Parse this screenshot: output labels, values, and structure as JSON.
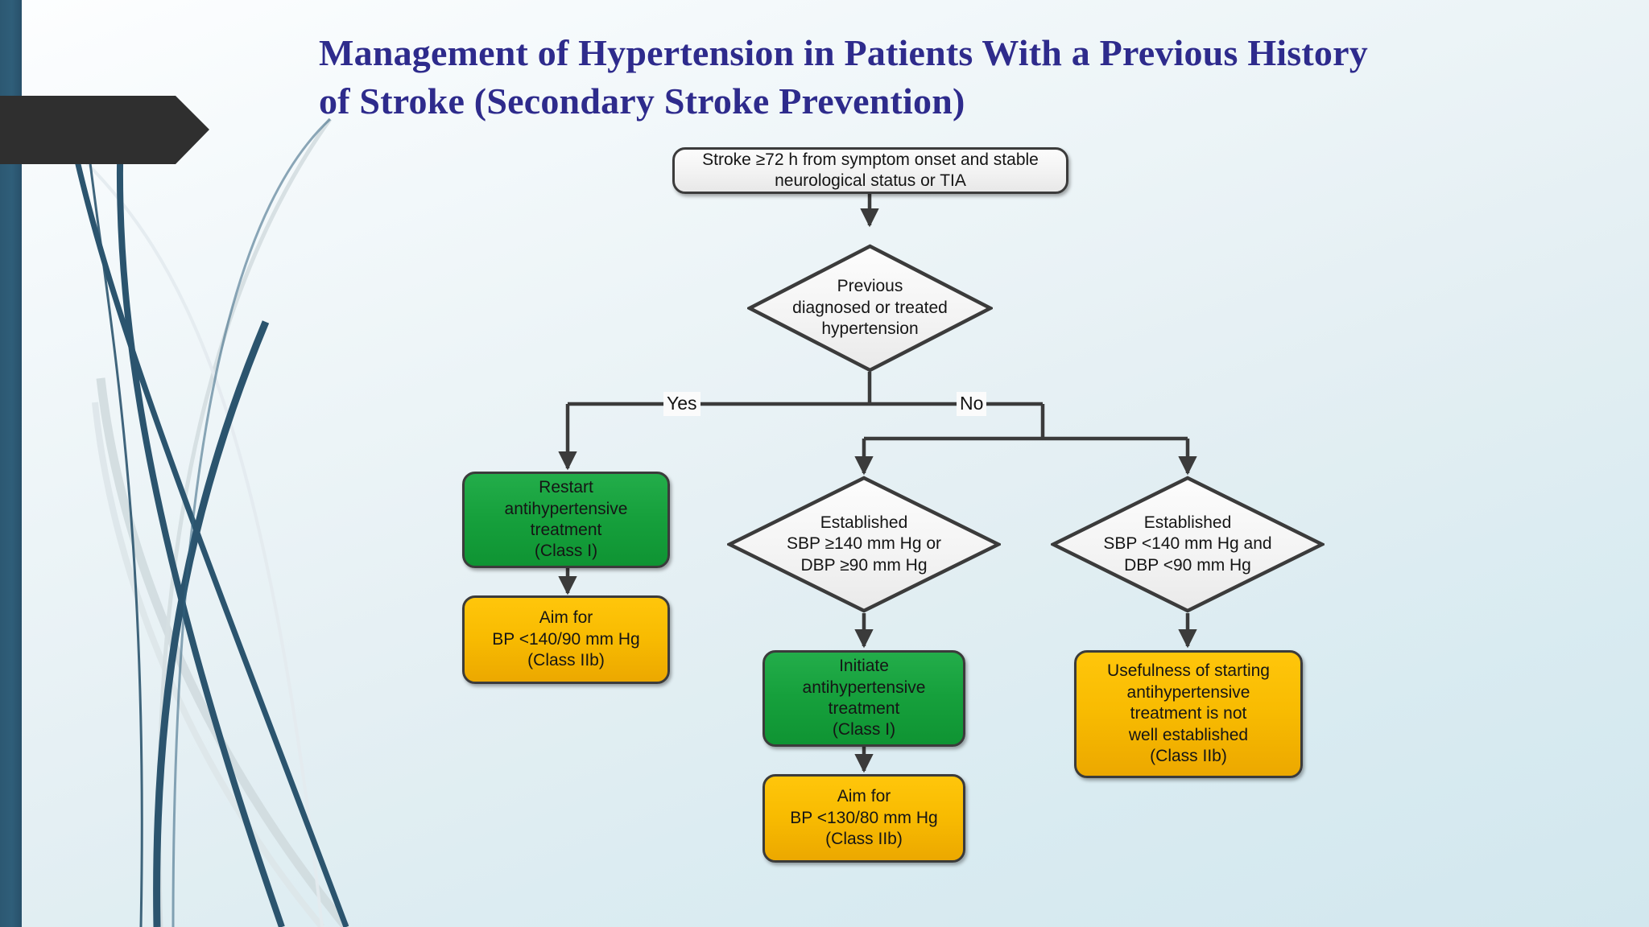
{
  "slide": {
    "title_line1": "Management of Hypertension in Patients With a Previous History",
    "title_line2": "of Stroke (Secondary Stroke Prevention)",
    "title_color": "#2e2b8c",
    "background_top": "#fdfeff",
    "background_bottom": "#d2e7ee",
    "accent_bar_color": "#2c5872",
    "chevron_color": "#2f2f2f"
  },
  "flowchart": {
    "type": "decision-flowchart",
    "colors": {
      "green_fill": "#16a03c",
      "yellow_fill": "#f8bb01",
      "neutral_fill": "#f2f2f2",
      "outline": "#3b3b3b",
      "connector": "#3b3b3b"
    },
    "nodes": {
      "start": {
        "id": "start",
        "shape": "rounded-rectangle",
        "fill": "neutral",
        "lines": [
          "Stroke ≥72 h from symptom onset and stable",
          "neurological status or TIA"
        ]
      },
      "decision_prev_htn": {
        "id": "decision_prev_htn",
        "shape": "diamond",
        "fill": "neutral",
        "lines": [
          "Previous",
          "diagnosed or treated",
          "hypertension"
        ]
      },
      "restart_treatment": {
        "id": "restart_treatment",
        "shape": "rounded-rectangle",
        "fill": "green",
        "lines": [
          "Restart",
          "antihypertensive",
          "treatment",
          "(Class I)"
        ]
      },
      "aim_140_90": {
        "id": "aim_140_90",
        "shape": "rounded-rectangle",
        "fill": "yellow",
        "lines": [
          "Aim for",
          "BP <140/90 mm Hg",
          "(Class IIb)"
        ]
      },
      "decision_sbp_high": {
        "id": "decision_sbp_high",
        "shape": "diamond",
        "fill": "neutral",
        "lines": [
          "Established",
          "SBP ≥140 mm Hg or",
          "DBP ≥90 mm Hg"
        ]
      },
      "decision_sbp_low": {
        "id": "decision_sbp_low",
        "shape": "diamond",
        "fill": "neutral",
        "lines": [
          "Established",
          "SBP <140 mm Hg and",
          "DBP <90 mm Hg"
        ]
      },
      "initiate_treatment": {
        "id": "initiate_treatment",
        "shape": "rounded-rectangle",
        "fill": "green",
        "lines": [
          "Initiate",
          "antihypertensive",
          "treatment",
          "(Class I)"
        ]
      },
      "aim_130_80": {
        "id": "aim_130_80",
        "shape": "rounded-rectangle",
        "fill": "yellow",
        "lines": [
          "Aim for",
          "BP <130/80 mm Hg",
          "(Class IIb)"
        ]
      },
      "usefulness_not_established": {
        "id": "usefulness_not_established",
        "shape": "rounded-rectangle",
        "fill": "yellow",
        "lines": [
          "Usefulness of starting",
          "antihypertensive",
          "treatment is not",
          "well established",
          "(Class IIb)"
        ]
      }
    },
    "edge_labels": {
      "yes": "Yes",
      "no": "No"
    }
  }
}
